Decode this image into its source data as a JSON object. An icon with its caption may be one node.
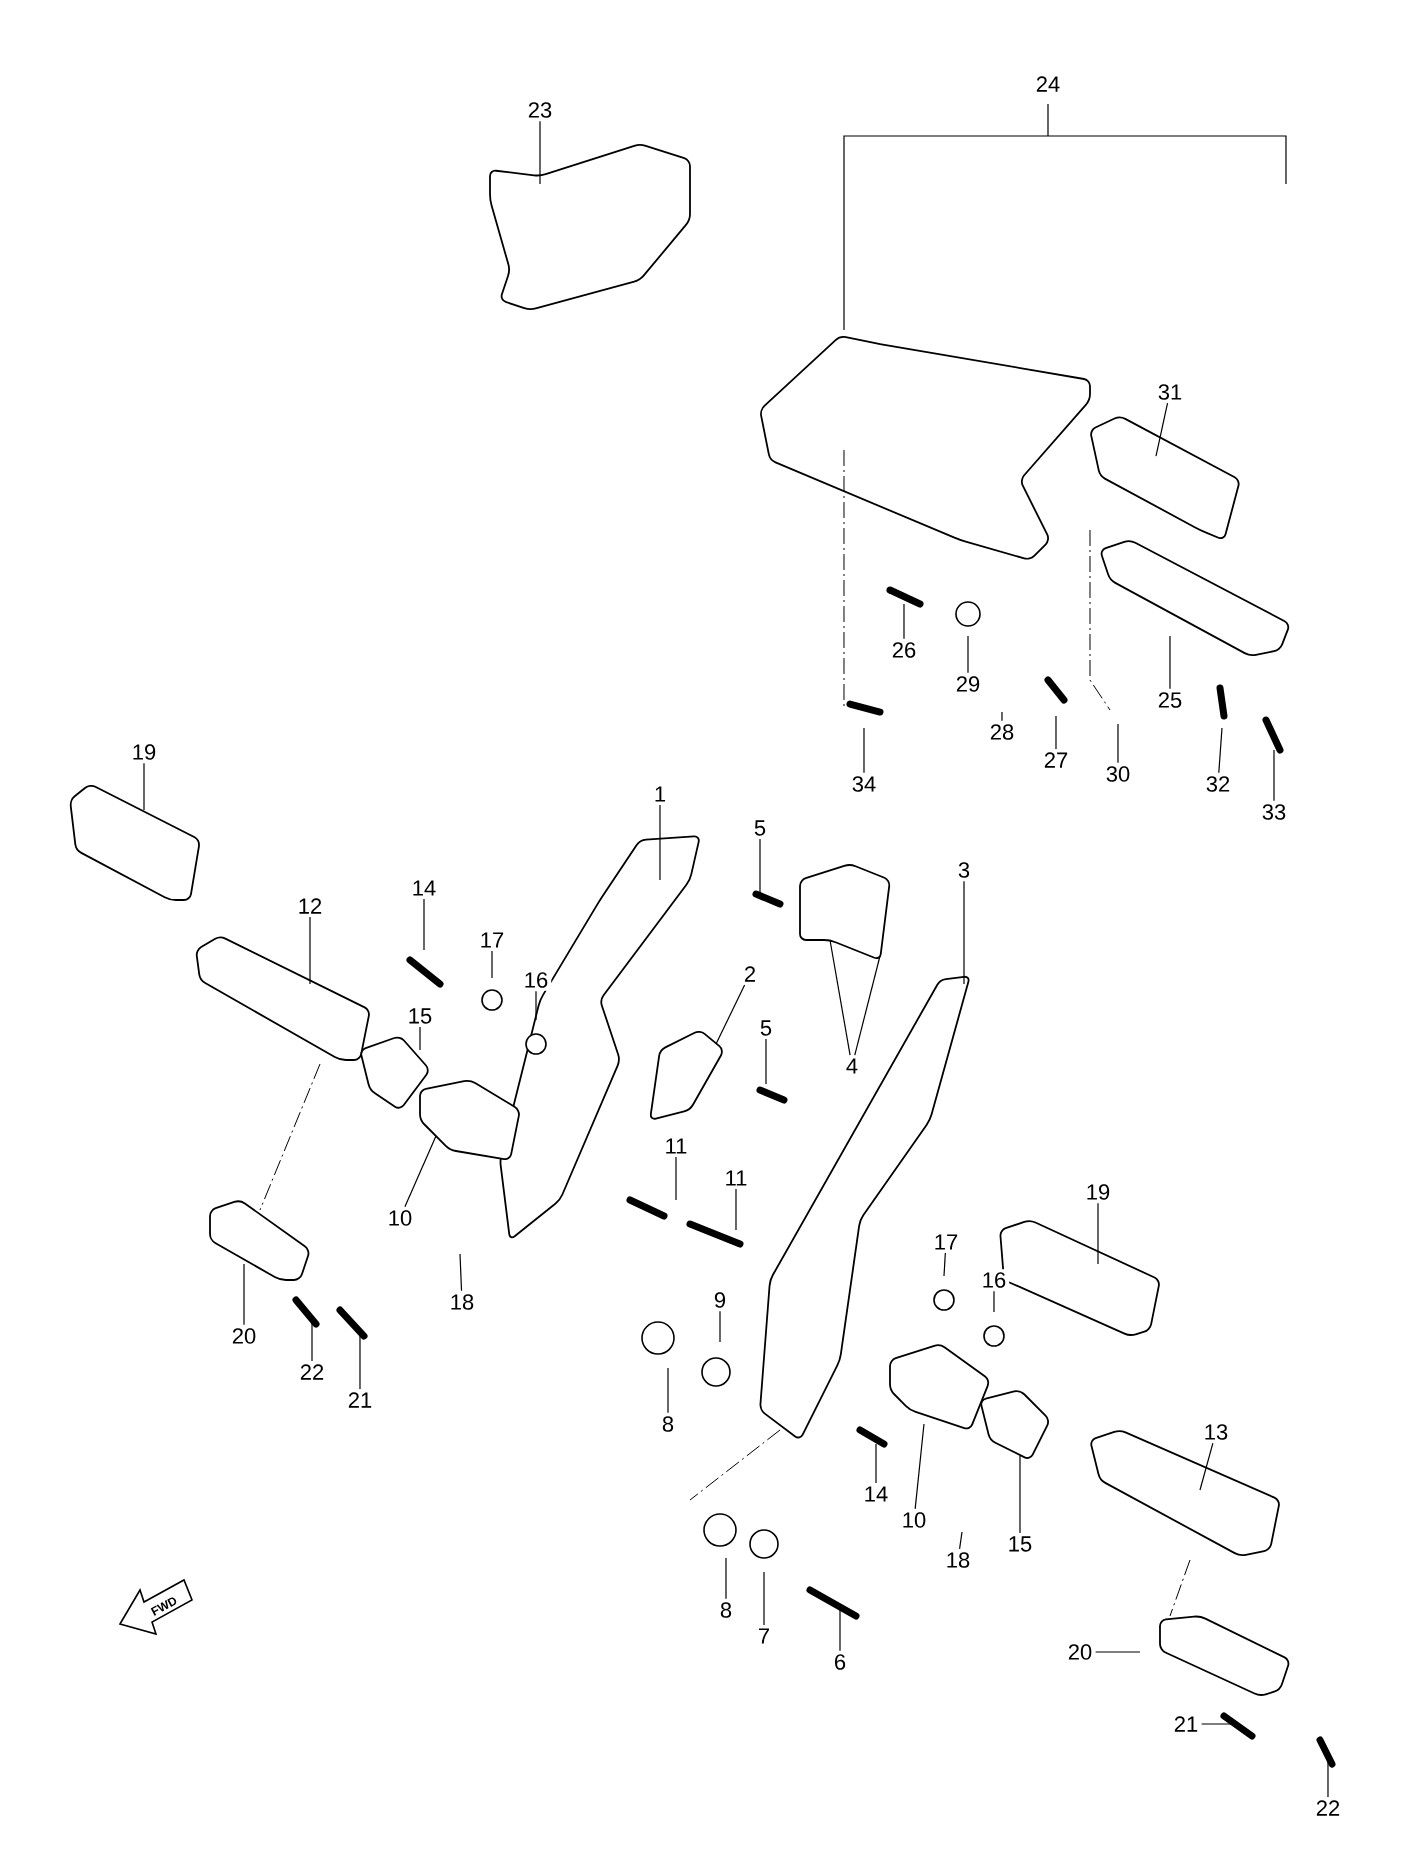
{
  "diagram": {
    "nodes": [
      {
        "text": [
          "24"
        ]
      },
      {
        "text": [
          "23"
        ]
      },
      {
        "text": [
          "31"
        ]
      },
      {
        "text": [
          "26"
        ]
      },
      {
        "text": [
          "29"
        ]
      },
      {
        "text": [
          "25"
        ]
      },
      {
        "text": [
          "28"
        ]
      },
      {
        "text": [
          "27"
        ]
      },
      {
        "text": [
          "30"
        ]
      },
      {
        "text": [
          "32"
        ]
      },
      {
        "text": [
          "34"
        ]
      },
      {
        "text": [
          "33"
        ]
      },
      {
        "text": [
          "19"
        ]
      },
      {
        "text": [
          "1"
        ]
      },
      {
        "text": [
          "5"
        ]
      },
      {
        "text": [
          "3"
        ]
      },
      {
        "text": [
          "14"
        ]
      },
      {
        "text": [
          "12"
        ]
      },
      {
        "text": [
          "17"
        ]
      },
      {
        "text": [
          "16"
        ]
      },
      {
        "text": [
          "2"
        ]
      },
      {
        "text": [
          "15"
        ]
      },
      {
        "text": [
          "5"
        ]
      },
      {
        "text": [
          "4"
        ]
      },
      {
        "text": [
          "10"
        ]
      },
      {
        "text": [
          "11"
        ]
      },
      {
        "text": [
          "11"
        ]
      },
      {
        "text": [
          "19"
        ]
      },
      {
        "text": [
          "17"
        ]
      },
      {
        "text": [
          "16"
        ]
      },
      {
        "text": [
          "9"
        ]
      },
      {
        "text": [
          "18"
        ]
      },
      {
        "text": [
          "20"
        ]
      },
      {
        "text": [
          "13"
        ]
      },
      {
        "text": [
          "22"
        ]
      },
      {
        "text": [
          "21"
        ]
      },
      {
        "text": [
          "8"
        ]
      },
      {
        "text": [
          "14"
        ]
      },
      {
        "text": [
          "10"
        ]
      },
      {
        "text": [
          "18"
        ]
      },
      {
        "text": [
          "15"
        ]
      },
      {
        "text": [
          "8"
        ]
      },
      {
        "text": [
          "7"
        ]
      },
      {
        "text": [
          "6"
        ]
      },
      {
        "text": [
          "20"
        ]
      },
      {
        "text": [
          "21"
        ]
      },
      {
        "text": [
          "22"
        ]
      }
    ],
    "edges": [
      {
        "from": 1,
        "to": null,
        "arrow": "none"
      },
      {
        "from": 2,
        "to": null,
        "arrow": "none"
      },
      {
        "from": 3,
        "to": null,
        "arrow": "none"
      },
      {
        "from": 4,
        "to": null,
        "arrow": "none"
      },
      {
        "from": 5,
        "to": null,
        "arrow": "none"
      },
      {
        "from": 6,
        "to": null,
        "arrow": "none"
      },
      {
        "from": 7,
        "to": null,
        "arrow": "none"
      },
      {
        "from": 8,
        "to": null,
        "arrow": "none"
      },
      {
        "from": 9,
        "to": null,
        "arrow": "none"
      },
      {
        "from": 10,
        "to": null,
        "arrow": "none"
      },
      {
        "from": 11,
        "to": null,
        "arrow": "none"
      },
      {
        "from": 12,
        "to": null,
        "arrow": "none"
      },
      {
        "from": 13,
        "to": null,
        "arrow": "none"
      },
      {
        "from": 14,
        "to": null,
        "arrow": "none"
      },
      {
        "from": 15,
        "to": null,
        "arrow": "none"
      },
      {
        "from": 16,
        "to": null,
        "arrow": "none"
      },
      {
        "from": 17,
        "to": null,
        "arrow": "none"
      },
      {
        "from": 18,
        "to": null,
        "arrow": "none"
      },
      {
        "from": 19,
        "to": null,
        "arrow": "none"
      },
      {
        "from": 20,
        "to": null,
        "arrow": "none"
      },
      {
        "from": 21,
        "to": null,
        "arrow": "none"
      },
      {
        "from": 22,
        "to": null,
        "arrow": "none"
      },
      {
        "from": 23,
        "to": null,
        "arrow": "none"
      },
      {
        "from": 23,
        "to": null,
        "arrow": "none"
      },
      {
        "from": 24,
        "to": null,
        "arrow": "none"
      },
      {
        "from": 25,
        "to": null,
        "arrow": "none"
      },
      {
        "from": 26,
        "to": null,
        "arrow": "none"
      },
      {
        "from": 27,
        "to": null,
        "arrow": "none"
      },
      {
        "from": 28,
        "to": null,
        "arrow": "none"
      },
      {
        "from": 29,
        "to": null,
        "arrow": "none"
      },
      {
        "from": 30,
        "to": null,
        "arrow": "none"
      },
      {
        "from": 31,
        "to": null,
        "arrow": "none"
      },
      {
        "from": 32,
        "to": null,
        "arrow": "none"
      },
      {
        "from": 33,
        "to": null,
        "arrow": "none"
      },
      {
        "from": 34,
        "to": null,
        "arrow": "none"
      },
      {
        "from": 35,
        "to": null,
        "arrow": "none"
      },
      {
        "from": 36,
        "to": null,
        "arrow": "none"
      },
      {
        "from": 37,
        "to": null,
        "arrow": "none"
      },
      {
        "from": 38,
        "to": null,
        "arrow": "none"
      },
      {
        "from": 39,
        "to": null,
        "arrow": "none"
      },
      {
        "from": 40,
        "to": null,
        "arrow": "none"
      },
      {
        "from": 41,
        "to": null,
        "arrow": "none"
      },
      {
        "from": 42,
        "to": null,
        "arrow": "none"
      },
      {
        "from": 43,
        "to": null,
        "arrow": "none"
      },
      {
        "from": 44,
        "to": null,
        "arrow": "none"
      },
      {
        "from": 45,
        "to": null,
        "arrow": "none"
      },
      {
        "from": 46,
        "to": null,
        "arrow": "none"
      }
    ],
    "labels": [
      "FWD"
    ]
  }
}
